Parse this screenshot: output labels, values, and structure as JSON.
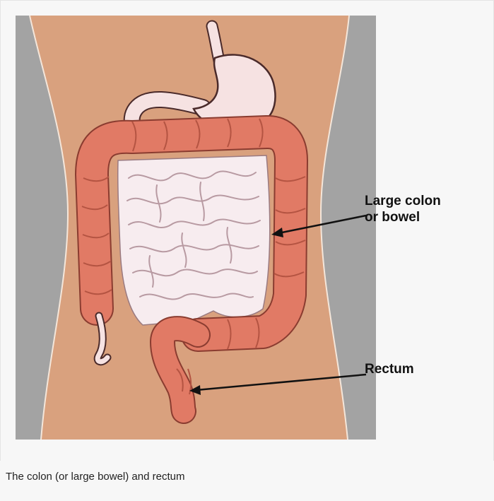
{
  "labels": {
    "large_colon": [
      "Large colon",
      "or bowel"
    ],
    "rectum": "Rectum"
  },
  "caption": "The colon (or large bowel) and rectum",
  "colors": {
    "background_side": "#a3a3a3",
    "skin": "#d9a17e",
    "colon": "#e17a65",
    "colon_outline": "#8a3c30",
    "small_intestine": "#f7ecef",
    "stomach": "#f6e2e2",
    "arrow": "#111111"
  },
  "icons": [
    "arrow-pointer"
  ]
}
